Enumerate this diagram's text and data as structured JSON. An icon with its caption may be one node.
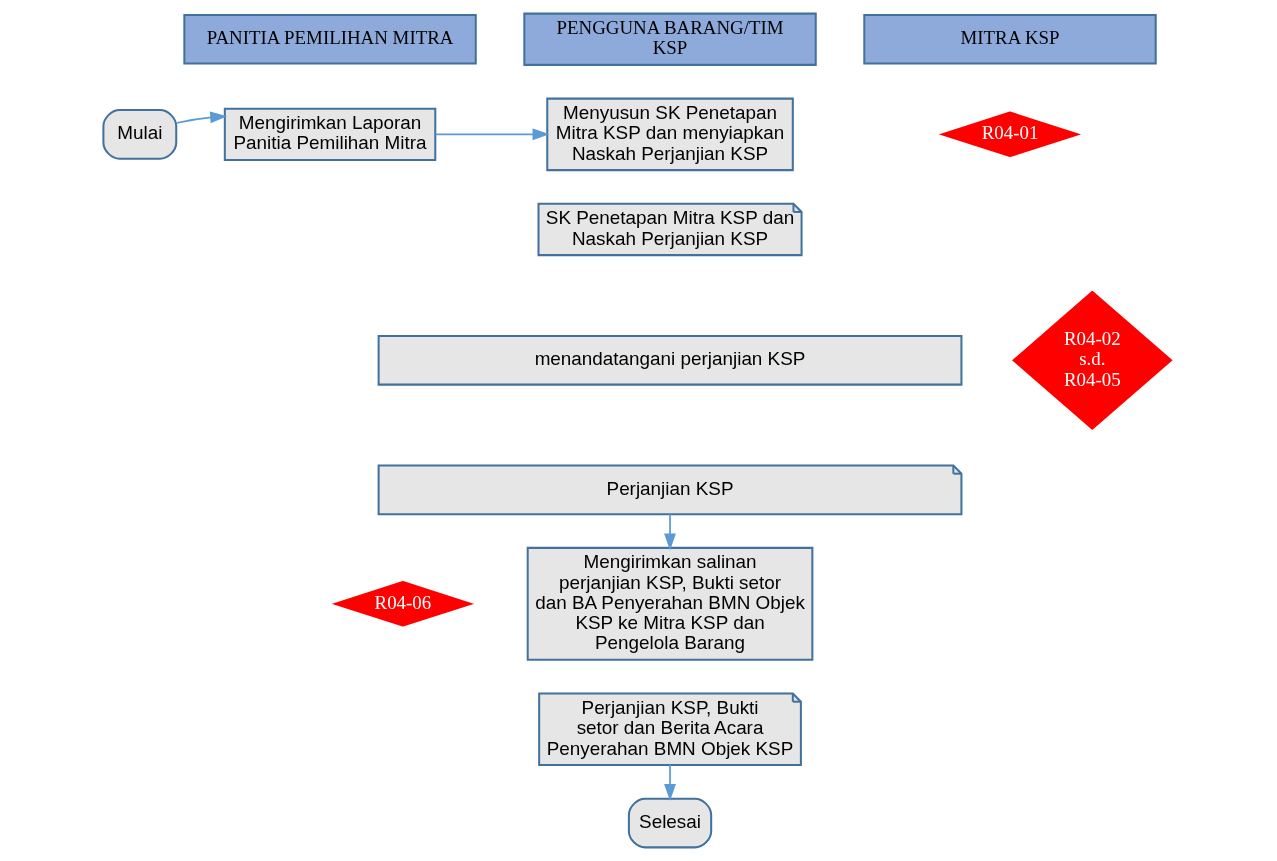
{
  "diagram": {
    "nodes": [
      {
        "text": [
          "PANITIA PEMILIHAN MITRA"
        ]
      },
      {
        "text": [
          "PENGGUNA BARANG/TIM KSP"
        ]
      },
      {
        "text": [
          "MITRA KSP"
        ]
      },
      {
        "text": [
          "Mulai"
        ]
      },
      {
        "text": [
          "Mengirimkan Laporan Panitia Pemilihan Mitra"
        ]
      },
      {
        "text": [
          "Menyusun SK Penetapan Mitra KSP dan menyiapkan Naskah Perjanjian KSP"
        ]
      },
      {
        "text": [
          "R04-01"
        ]
      },
      {
        "text": [
          "SK Penetapan Mitra KSP dan Naskah Perjanjian KSP"
        ]
      },
      {
        "text": [
          "menandatangani perjanjian KSP"
        ]
      },
      {
        "text": [
          "R04-02 s.d. R04-05"
        ]
      },
      {
        "text": [
          "Perjanjian KSP"
        ]
      },
      {
        "text": [
          "R04-06"
        ]
      },
      {
        "text": [
          "Mengirimkan salinan perjanjian KSP, Bukti setor dan BA Penyerahan BMN Objek KSP ke Mitra KSP dan Pengelola Barang"
        ]
      },
      {
        "text": [
          "Perjanjian KSP, Bukti setor dan Berita Acara Penyerahan BMN Objek KSP"
        ]
      },
      {
        "text": [
          "Selesai"
        ]
      }
    ],
    "edges": [
      {
        "from": 3,
        "to": 4,
        "arrow": "to"
      },
      {
        "from": 4,
        "to": 5,
        "arrow": "to"
      },
      {
        "from": 10,
        "to": 12,
        "arrow": "to"
      },
      {
        "from": 13,
        "to": 14,
        "arrow": "to"
      }
    ]
  }
}
